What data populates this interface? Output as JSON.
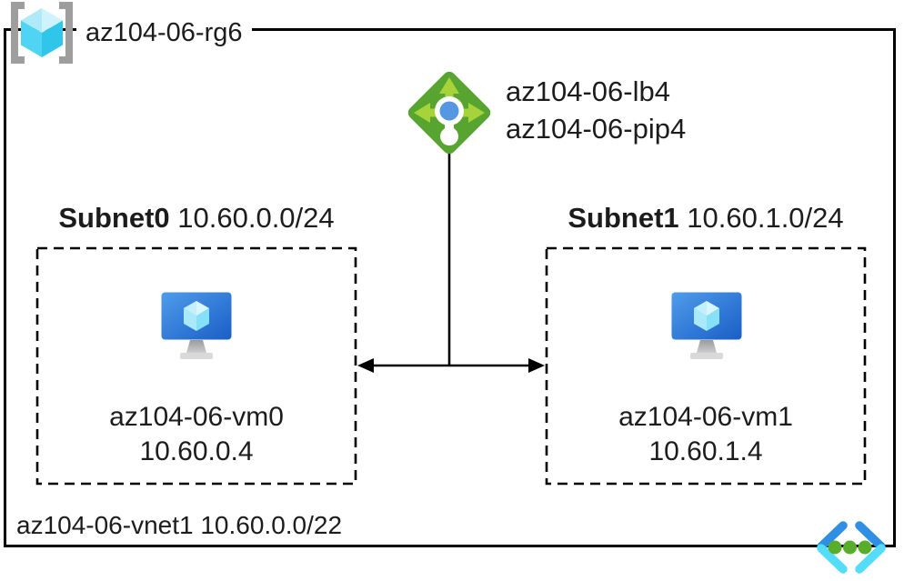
{
  "resource_group": {
    "label": "az104-06-rg6"
  },
  "load_balancer": {
    "name": "az104-06-lb4",
    "public_ip": "az104-06-pip4"
  },
  "subnets": [
    {
      "name": "Subnet0",
      "cidr": "10.60.0.0/24",
      "vm_name": "az104-06-vm0",
      "vm_ip": "10.60.0.4"
    },
    {
      "name": "Subnet1",
      "cidr": "10.60.1.0/24",
      "vm_name": "az104-06-vm1",
      "vm_ip": "10.60.1.4"
    }
  ],
  "vnet": {
    "label": "az104-06-vnet1 10.60.0.0/22"
  },
  "icons": {
    "resource_group": "resource-group-icon",
    "load_balancer": "load-balancer-icon",
    "virtual_machine": "virtual-machine-icon",
    "virtual_network": "virtual-network-icon"
  },
  "colors": {
    "line": "#000000",
    "lb_diamond_green": "#58a431",
    "lb_arrow_green": "#a6d23a",
    "lb_dot_blue": "#5697e3",
    "vm_screen_blue_light": "#4f9ceb",
    "vm_screen_blue_dark": "#1a5ec6",
    "cube_cyan_light": "#cdf2fc",
    "cube_cyan_mid": "#55d7f6",
    "cube_cyan_dark": "#33c9ef",
    "bracket_gray": "#9e9e9e",
    "vnet_chevron_blue": "#2e8fe4",
    "vnet_chevron_cyan": "#55dcf8",
    "vnet_dot_green": "#58ad2b"
  }
}
